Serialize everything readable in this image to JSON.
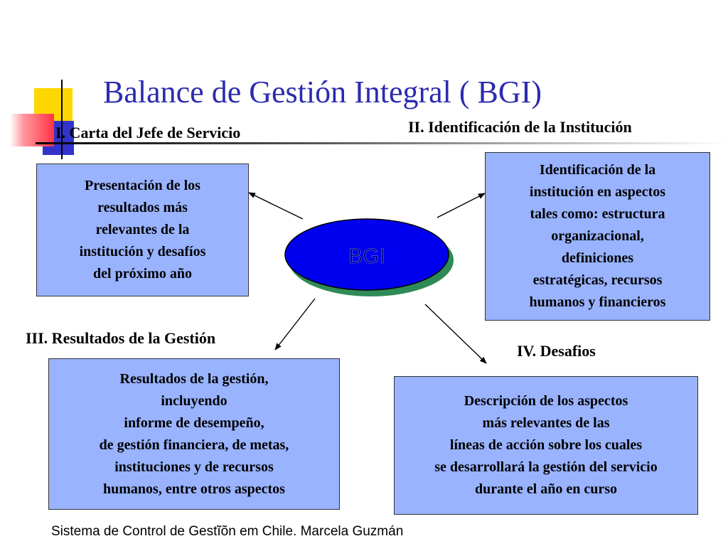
{
  "title": "Balance de Gestión Integral ( BGI)",
  "center_label": "BGI",
  "sections": [
    {
      "heading": "I. Carta del Jefe de Servicio",
      "body": "Presentación de los\nresultados más\nrelevantes de la\ninstitución y desafíos\ndel próximo año"
    },
    {
      "heading": "II. Identificación de  la Institución",
      "body": "Identificación de la\ninstitución en aspectos\ntales como: estructura\norganizacional,\ndefiniciones\nestratégicas, recursos\nhumanos y financieros"
    },
    {
      "heading": "III. Resultados de la Gestión",
      "body": "Resultados de la gestión,\nincluyendo\ninforme de desempeño,\nde gestión financiera, de metas,\ninstituciones y de recursos\nhumanos, entre otros aspectos"
    },
    {
      "heading": "IV. Desafios",
      "body": "Descripción de los aspectos\nmás relevantes de las\nlíneas de acción sobre los cuales\nse desarrollará la gestión del servicio\ndurante el año en curso"
    }
  ],
  "footer": "Sistema de Control de Gestĩõn em Chile. Marcela Guzmán",
  "colors": {
    "title": "#2b2bb0",
    "box_fill": "#99b3ff",
    "ellipse_fill": "#0000ee",
    "ellipse_shadow": "#2e8b57",
    "deco_yellow": "#ffd700",
    "deco_red": "#ff3344",
    "deco_blue": "#3333cc"
  }
}
